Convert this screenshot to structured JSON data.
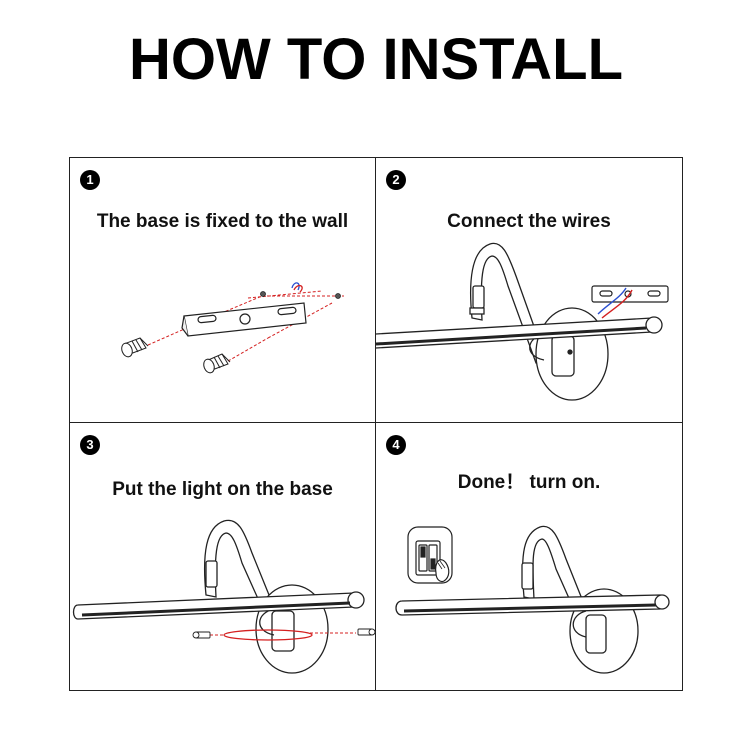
{
  "title": "HOW TO INSTALL",
  "steps": [
    {
      "number": "1",
      "caption": "The base is fixed to the wall",
      "illustration": "wall-bracket-screws"
    },
    {
      "number": "2",
      "caption": "Connect the wires",
      "illustration": "lamp-wiring"
    },
    {
      "number": "3",
      "caption": "Put the light on the base",
      "illustration": "lamp-mounting"
    },
    {
      "number": "4",
      "caption": "Done！ turn on.",
      "illustration": "lamp-switch"
    }
  ],
  "colors": {
    "line": "#222222",
    "accent": "#d42020",
    "wire_blue": "#2a4fd0"
  }
}
